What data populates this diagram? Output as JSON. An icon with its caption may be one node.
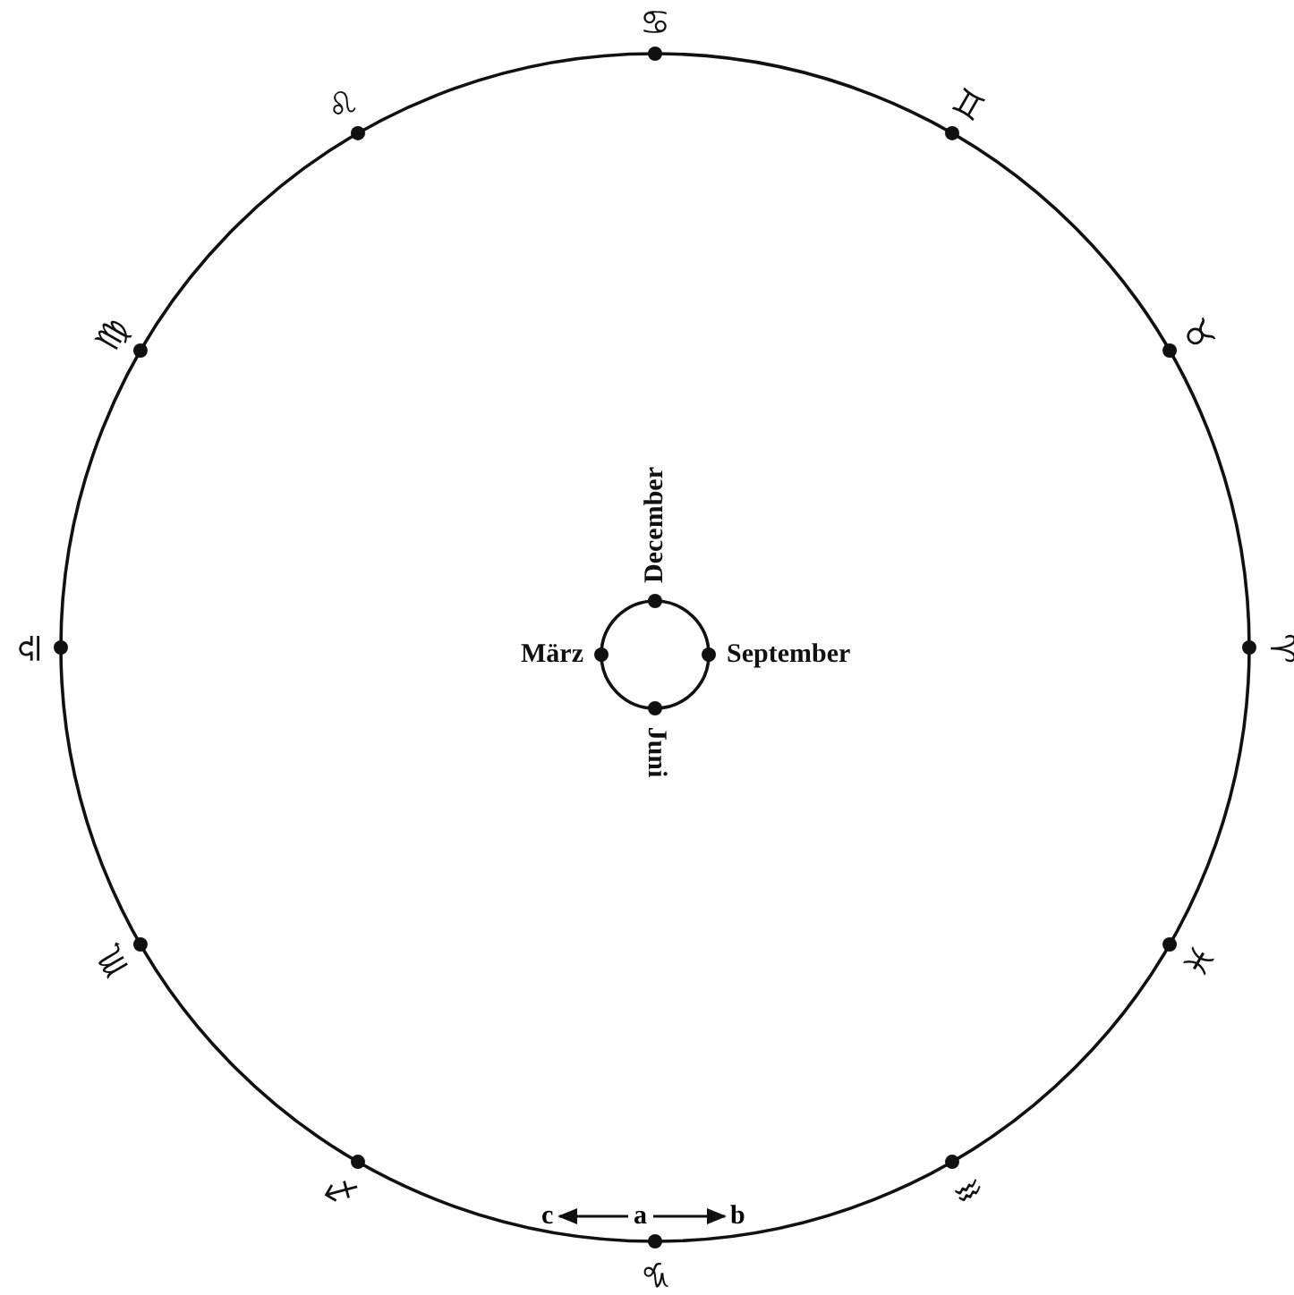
{
  "diagram": {
    "nodes": [
      {
        "text": [
          "a"
        ]
      },
      {
        "text": [
          "c"
        ]
      },
      {
        "text": [
          "b"
        ]
      }
    ],
    "edges": [
      {
        "from": 0,
        "to": 1,
        "arrow": "to"
      },
      {
        "from": 0,
        "to": 2,
        "arrow": "to"
      }
    ],
    "labels": [
      "♋",
      "♊",
      "♉",
      "♈",
      "♓",
      "♒",
      "♑",
      "♐",
      "♏",
      "♎",
      "♍",
      "♌",
      "December",
      "September",
      "Juni",
      "März"
    ]
  }
}
